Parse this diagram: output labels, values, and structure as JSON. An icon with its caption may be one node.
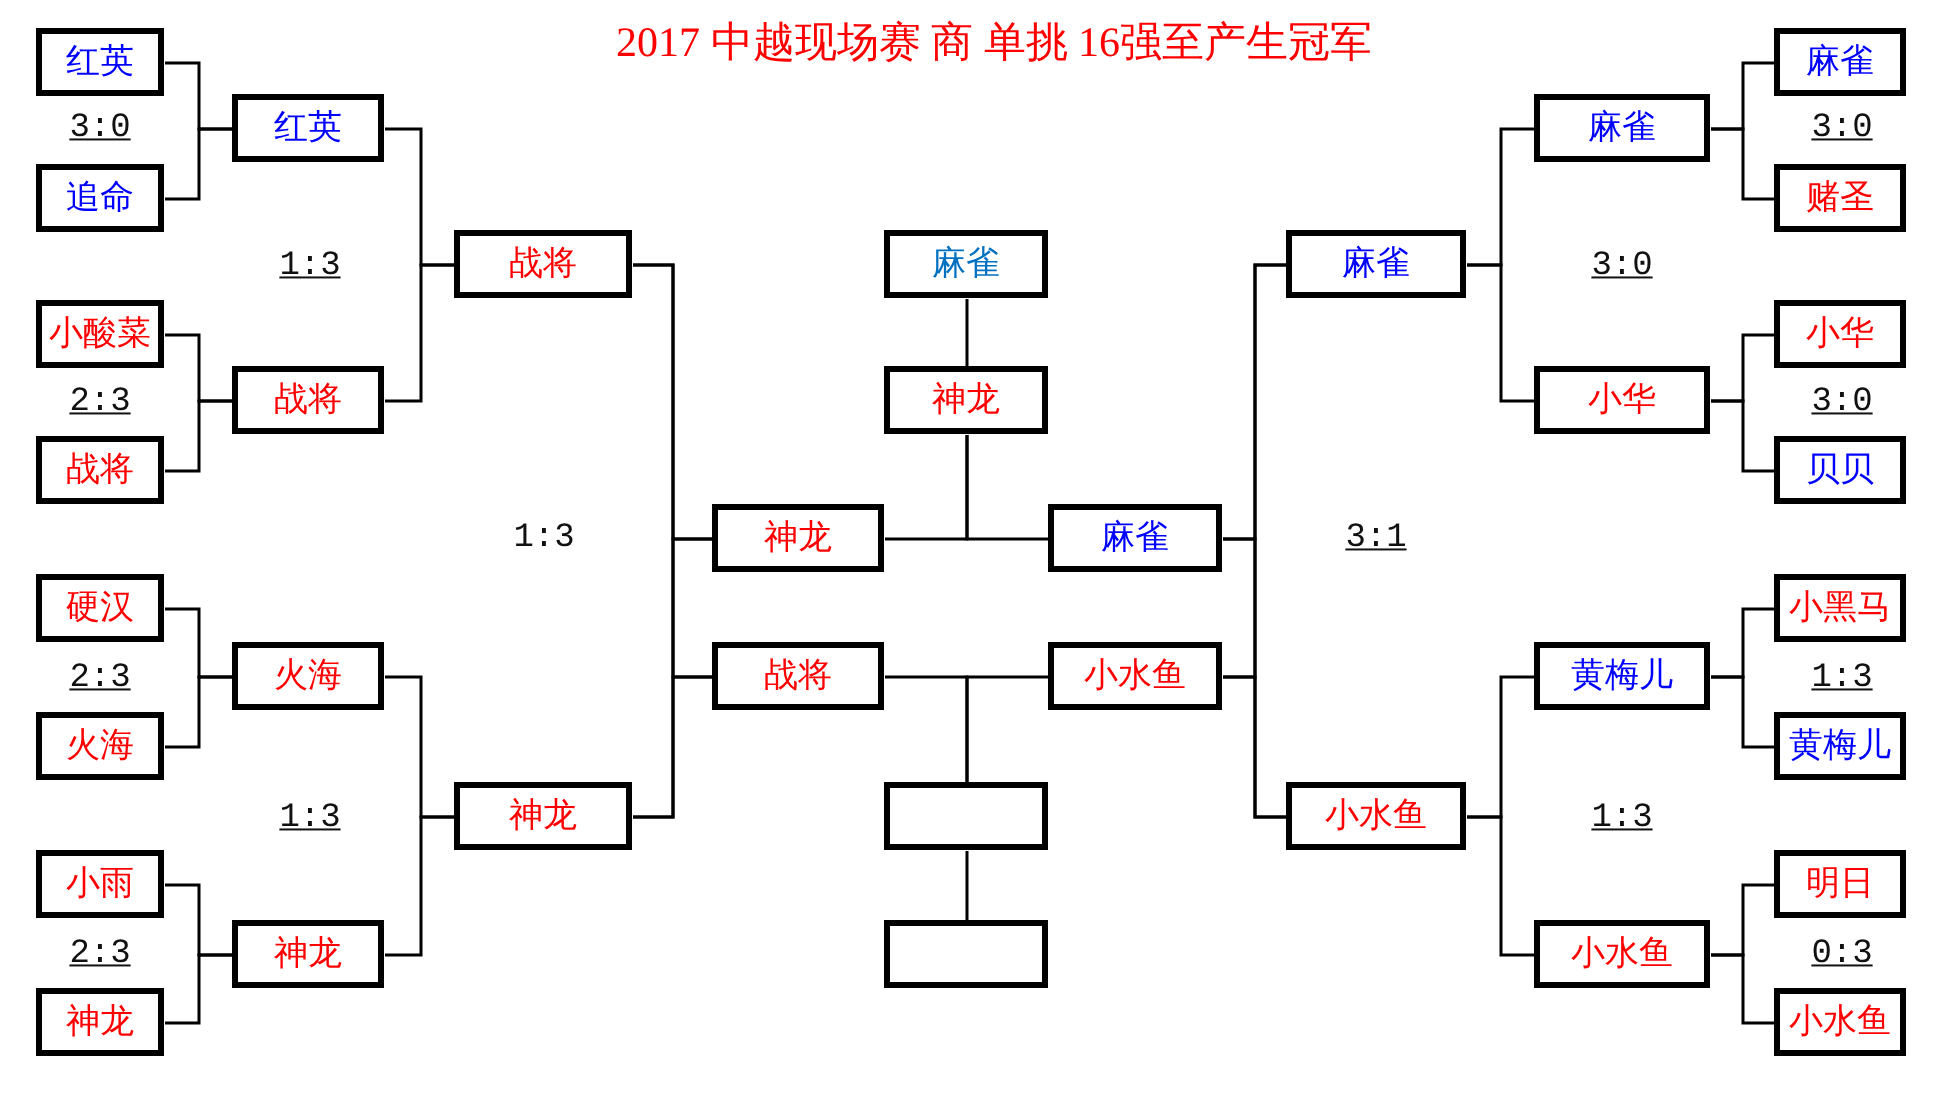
{
  "diagram": {
    "title": "2017 中越现场赛 商 单挑 16强至产生冠军",
    "nodes": [
      {
        "text": [
          "红英"
        ]
      },
      {
        "text": [
          "追命"
        ]
      },
      {
        "text": [
          "小酸菜"
        ]
      },
      {
        "text": [
          "战将"
        ]
      },
      {
        "text": [
          "硬汉"
        ]
      },
      {
        "text": [
          "火海"
        ]
      },
      {
        "text": [
          "小雨"
        ]
      },
      {
        "text": [
          "神龙"
        ]
      },
      {
        "text": [
          "红英"
        ]
      },
      {
        "text": [
          "战将"
        ]
      },
      {
        "text": [
          "火海"
        ]
      },
      {
        "text": [
          "神龙"
        ]
      },
      {
        "text": [
          "战将"
        ]
      },
      {
        "text": [
          "神龙"
        ]
      },
      {
        "text": [
          "神龙"
        ]
      },
      {
        "text": [
          "战将"
        ]
      },
      {
        "text": [
          "麻雀"
        ]
      },
      {
        "text": [
          "神龙"
        ]
      },
      {
        "text": [],
        "shape": "box"
      },
      {
        "text": [],
        "shape": "box"
      },
      {
        "text": [
          "麻雀"
        ]
      },
      {
        "text": [
          "小水鱼"
        ]
      },
      {
        "text": [
          "麻雀"
        ]
      },
      {
        "text": [
          "小水鱼"
        ]
      },
      {
        "text": [
          "麻雀"
        ]
      },
      {
        "text": [
          "小华"
        ]
      },
      {
        "text": [
          "黄梅儿"
        ]
      },
      {
        "text": [
          "小水鱼"
        ]
      },
      {
        "text": [
          "麻雀"
        ]
      },
      {
        "text": [
          "赌圣"
        ]
      },
      {
        "text": [
          "小华"
        ]
      },
      {
        "text": [
          "贝贝"
        ]
      },
      {
        "text": [
          "小黑马"
        ]
      },
      {
        "text": [
          "黄梅儿"
        ]
      },
      {
        "text": [
          "明日"
        ]
      },
      {
        "text": [
          "小水鱼"
        ]
      }
    ],
    "edges": [
      {
        "from": 0,
        "to": 8,
        "arrow": "none"
      },
      {
        "from": 1,
        "to": 8,
        "arrow": "none"
      },
      {
        "from": 2,
        "to": 9,
        "arrow": "none"
      },
      {
        "from": 3,
        "to": 9,
        "arrow": "none"
      },
      {
        "from": 4,
        "to": 10,
        "arrow": "none"
      },
      {
        "from": 5,
        "to": 10,
        "arrow": "none"
      },
      {
        "from": 6,
        "to": 11,
        "arrow": "none"
      },
      {
        "from": 7,
        "to": 11,
        "arrow": "none"
      },
      {
        "from": 8,
        "to": 12,
        "arrow": "none"
      },
      {
        "from": 9,
        "to": 12,
        "arrow": "none"
      },
      {
        "from": 10,
        "to": 13,
        "arrow": "none"
      },
      {
        "from": 11,
        "to": 13,
        "arrow": "none"
      },
      {
        "from": 12,
        "to": 14,
        "arrow": "none"
      },
      {
        "from": 12,
        "to": 15,
        "arrow": "none"
      },
      {
        "from": 13,
        "to": 14,
        "arrow": "none"
      },
      {
        "from": 13,
        "to": 15,
        "arrow": "none"
      },
      {
        "from": 14,
        "to": 17,
        "arrow": "none"
      },
      {
        "from": 20,
        "to": 17,
        "arrow": "none"
      },
      {
        "from": 17,
        "to": 16,
        "arrow": "none"
      },
      {
        "from": 15,
        "to": 18,
        "arrow": "none"
      },
      {
        "from": 21,
        "to": 18,
        "arrow": "none"
      },
      {
        "from": 18,
        "to": 19,
        "arrow": "none"
      },
      {
        "from": 22,
        "to": 20,
        "arrow": "none"
      },
      {
        "from": 22,
        "to": 21,
        "arrow": "none"
      },
      {
        "from": 23,
        "to": 20,
        "arrow": "none"
      },
      {
        "from": 23,
        "to": 21,
        "arrow": "none"
      },
      {
        "from": 24,
        "to": 22,
        "arrow": "none"
      },
      {
        "from": 25,
        "to": 22,
        "arrow": "none"
      },
      {
        "from": 26,
        "to": 23,
        "arrow": "none"
      },
      {
        "from": 27,
        "to": 23,
        "arrow": "none"
      },
      {
        "from": 28,
        "to": 24,
        "arrow": "none"
      },
      {
        "from": 29,
        "to": 24,
        "arrow": "none"
      },
      {
        "from": 30,
        "to": 25,
        "arrow": "none"
      },
      {
        "from": 31,
        "to": 25,
        "arrow": "none"
      },
      {
        "from": 32,
        "to": 26,
        "arrow": "none"
      },
      {
        "from": 33,
        "to": 26,
        "arrow": "none"
      },
      {
        "from": 34,
        "to": 27,
        "arrow": "none"
      },
      {
        "from": 35,
        "to": 27,
        "arrow": "none"
      }
    ],
    "labels": [
      "3:0",
      "3:0",
      "1:3",
      "3:0",
      "2:3",
      "3:0",
      "1:3",
      "3:1",
      "2:3",
      "1:3",
      "1:3",
      "1:3",
      "2:3",
      "0:3"
    ]
  }
}
